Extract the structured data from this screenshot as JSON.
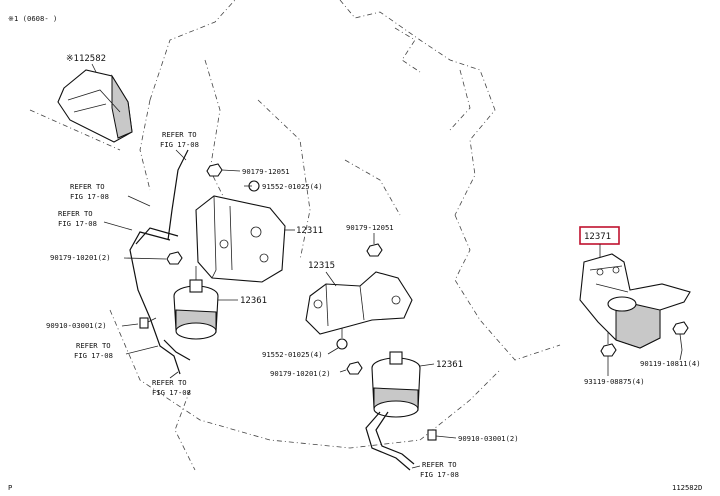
{
  "header_note": "※1 (0608-   )",
  "corner_left": "P",
  "corner_right": "112582D",
  "labels": {
    "p112582": "※112582",
    "p12311": "12311",
    "p12315": "12315",
    "p12361_left": "12361",
    "p12361_center": "12361",
    "p12371": "12371",
    "p90179_12051_top": "90179-12051",
    "p91552_top": "91552-01025(4)",
    "p90179_12051_center": "90179-12051",
    "p90179_10201_left": "90179-10201(2)",
    "p90910_left": "90910-03001(2)",
    "p91552_center": "91552-01025(4)",
    "p90179_10201_center": "90179-10201(2)",
    "p90910_bottom": "90910-03001(2)",
    "p90119": "90119-10811(4)",
    "p93119": "93119-08875(4)"
  },
  "refer_to": "REFER TO",
  "fig_ref": "FIG 17-08"
}
